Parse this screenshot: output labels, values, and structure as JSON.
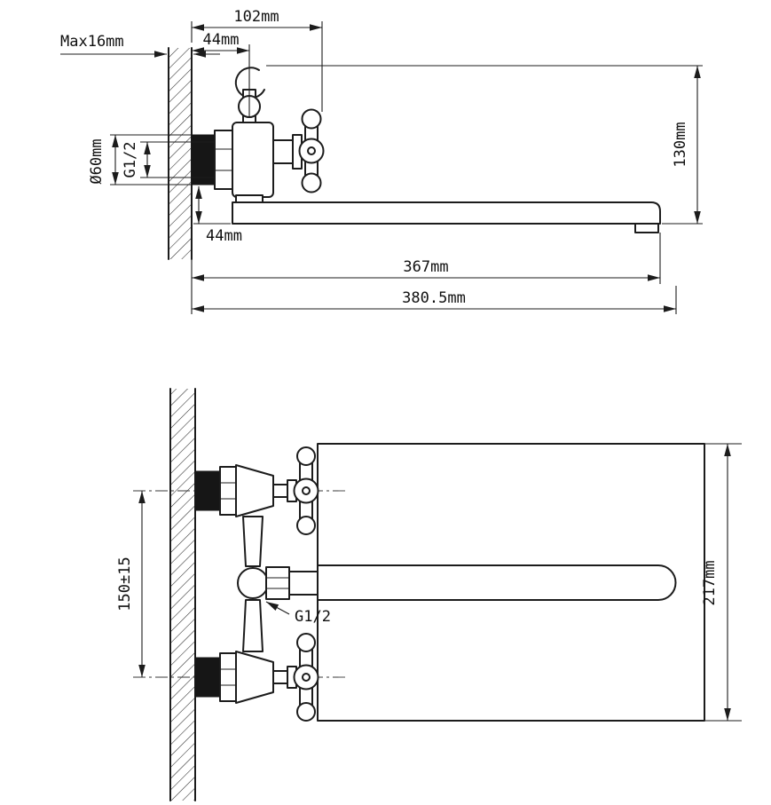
{
  "colors": {
    "ink": "#1c1c1c",
    "background": "#ffffff",
    "solid_fill": "#161616"
  },
  "labels": {
    "top_width_overall": "102mm",
    "top_width_inner": "44mm",
    "wall_thickness_max": "Max16mm",
    "flange_diameter": "Ø60mm",
    "thread_side": "G1/2",
    "height_overall": "130mm",
    "spout_drop": "44mm",
    "spout_reach": "367mm",
    "spout_reach_overall": "380.5mm",
    "mounting_centers": "150±15",
    "thread_front": "G1/2",
    "swivel_envelope_height": "217mm"
  }
}
